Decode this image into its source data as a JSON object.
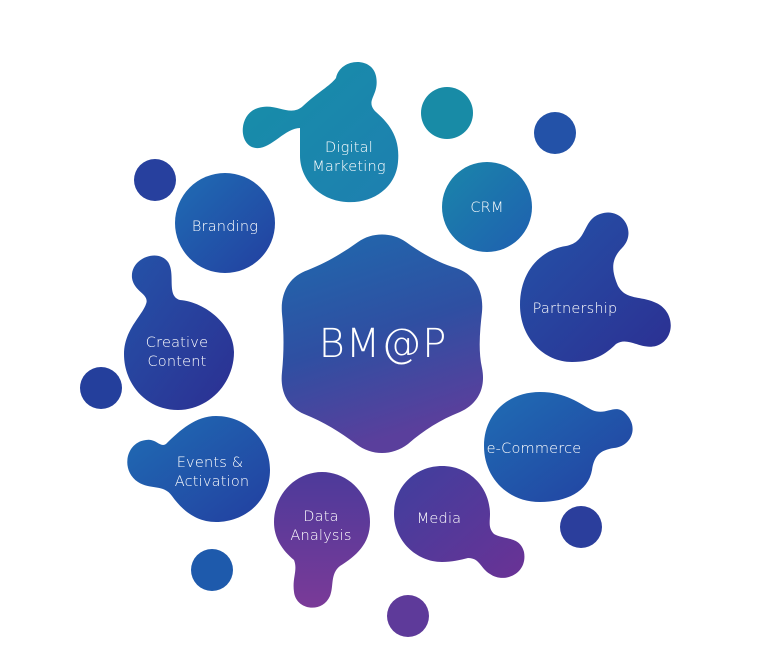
{
  "center": {
    "label": "BM@P"
  },
  "nodes": {
    "digital_marketing": {
      "line1": "Digital",
      "line2": "Marketing"
    },
    "crm": {
      "label": "CRM"
    },
    "branding": {
      "label": "Branding"
    },
    "partnership": {
      "label": "Partnership"
    },
    "creative_content": {
      "line1": "Creative",
      "line2": "Content"
    },
    "e_commerce": {
      "label": "e-Commerce"
    },
    "events_activation": {
      "line1": "Events &",
      "line2": "Activation"
    },
    "data_analysis": {
      "line1": "Data",
      "line2": "Analysis"
    },
    "media": {
      "label": "Media"
    }
  },
  "colors": {
    "teal": "#1a8ea6",
    "blue": "#1f4fa6",
    "navy": "#2a3596",
    "purple": "#5a2f8f",
    "violet": "#6a3a9a"
  }
}
